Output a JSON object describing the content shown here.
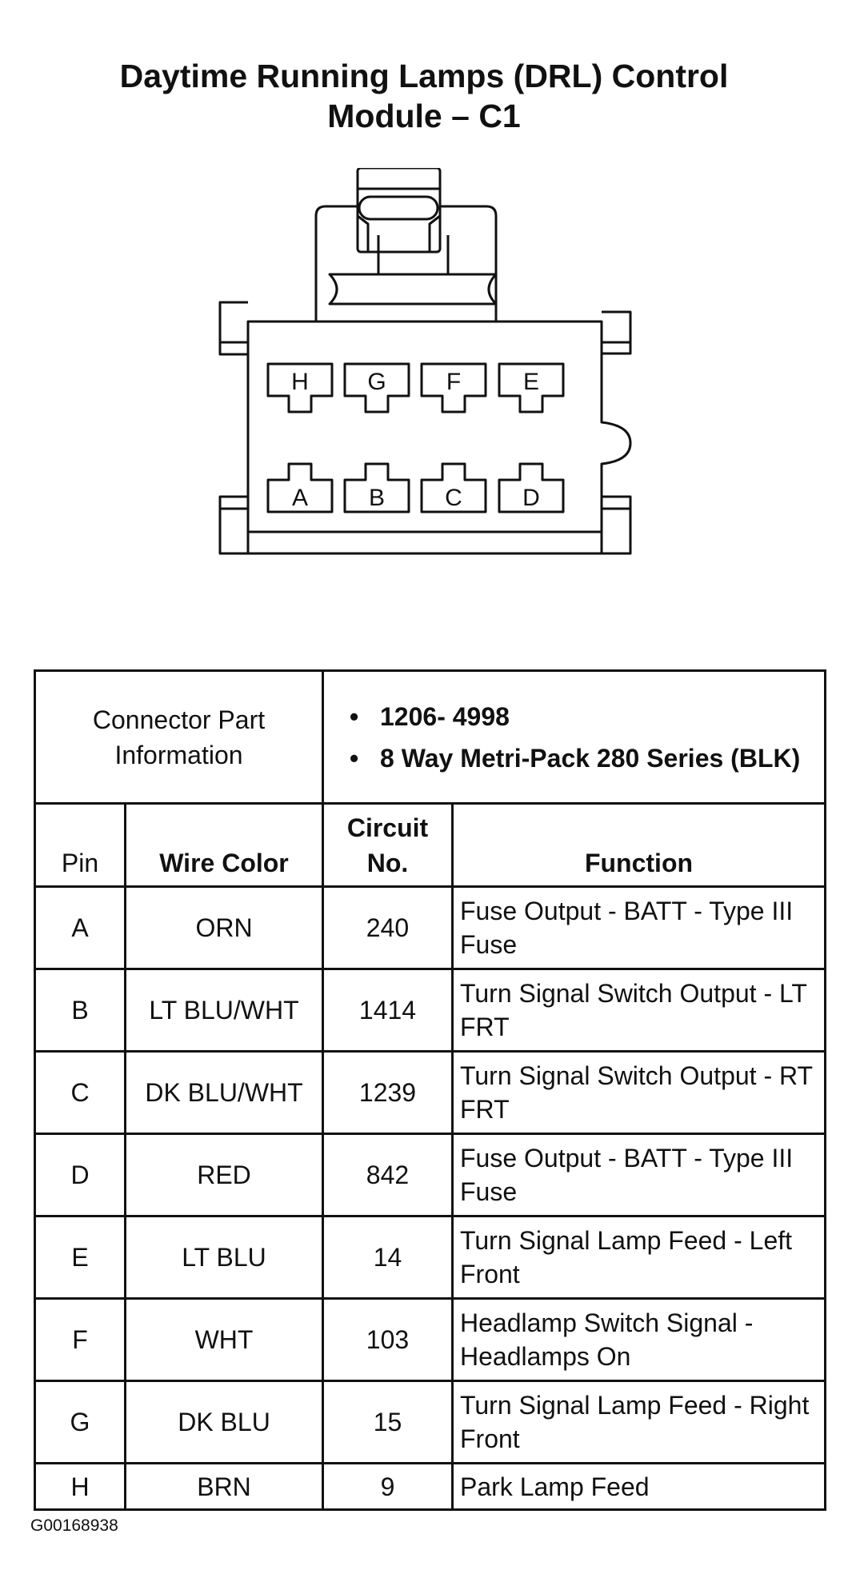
{
  "title": {
    "line1": "Daytime Running Lamps (DRL) Control",
    "line2": "Module – C1"
  },
  "connector": {
    "top_row_pins": [
      "H",
      "G",
      "F",
      "E"
    ],
    "bottom_row_pins": [
      "A",
      "B",
      "C",
      "D"
    ]
  },
  "table": {
    "part_info_label_line1": "Connector Part",
    "part_info_label_line2": "Information",
    "part_info": [
      "1206- 4998",
      "8 Way Metri-Pack 280 Series (BLK)"
    ],
    "headers": {
      "pin": "Pin",
      "wire_color": "Wire Color",
      "circuit_line1": "Circuit",
      "circuit_line2": "No.",
      "function": "Function"
    },
    "rows": [
      {
        "pin": "A",
        "wire_color": "ORN",
        "circuit": "240",
        "function": "Fuse Output - BATT - Type III Fuse"
      },
      {
        "pin": "B",
        "wire_color": "LT BLU/WHT",
        "circuit": "1414",
        "function": "Turn Signal Switch Output - LT FRT"
      },
      {
        "pin": "C",
        "wire_color": "DK BLU/WHT",
        "circuit": "1239",
        "function": "Turn Signal Switch Output - RT FRT"
      },
      {
        "pin": "D",
        "wire_color": "RED",
        "circuit": "842",
        "function": "Fuse Output - BATT - Type III Fuse"
      },
      {
        "pin": "E",
        "wire_color": "LT BLU",
        "circuit": "14",
        "function": "Turn Signal Lamp Feed - Left Front"
      },
      {
        "pin": "F",
        "wire_color": "WHT",
        "circuit": "103",
        "function": "Headlamp Switch Signal - Headlamps On"
      },
      {
        "pin": "G",
        "wire_color": "DK BLU",
        "circuit": "15",
        "function": "Turn Signal Lamp Feed - Right Front"
      },
      {
        "pin": "H",
        "wire_color": "BRN",
        "circuit": "9",
        "function": "Park Lamp Feed"
      }
    ]
  },
  "caption": "G00168938"
}
